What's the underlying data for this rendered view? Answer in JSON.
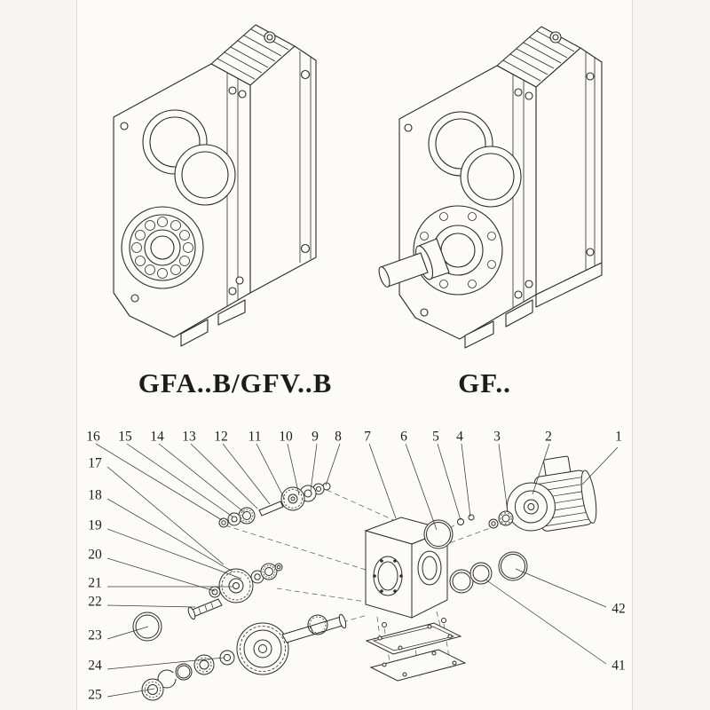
{
  "page": {
    "left_model_label": "GFA..B/GFV..B",
    "right_model_label": "GF.."
  },
  "drawings": {
    "left": "parallel-shaft-gear-reducer-front-isometric",
    "right": "parallel-shaft-gear-reducer-with-output-shaft"
  },
  "exploded": {
    "top_callouts": [
      "16",
      "15",
      "14",
      "13",
      "12",
      "11",
      "10",
      "9",
      "8",
      "7",
      "6",
      "5",
      "4",
      "3",
      "2",
      "1"
    ],
    "left_callouts": [
      "17",
      "18",
      "19",
      "20",
      "21",
      "22",
      "23",
      "24",
      "25"
    ],
    "right_callouts": [
      "42",
      "41"
    ]
  },
  "colors": {
    "line": "#2b2b2b",
    "paper": "#fcfbf9"
  }
}
